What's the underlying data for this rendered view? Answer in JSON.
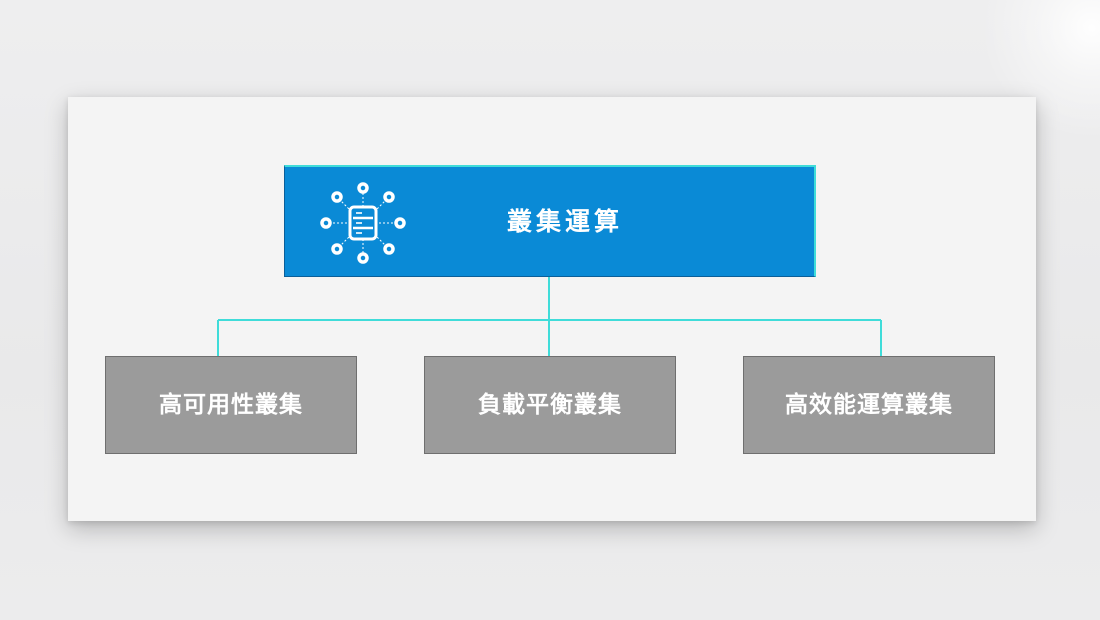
{
  "root": {
    "label": "叢集運算",
    "icon": "server-network-icon",
    "color": "#0a8ad6",
    "border_accent": "#3fdcd9"
  },
  "children": [
    {
      "label": "高可用性叢集"
    },
    {
      "label": "負載平衡叢集"
    },
    {
      "label": "高效能運算叢集"
    }
  ],
  "colors": {
    "child_fill": "#9b9b9b",
    "connector": "#3fdcd9",
    "card_background": "#f4f4f4"
  }
}
